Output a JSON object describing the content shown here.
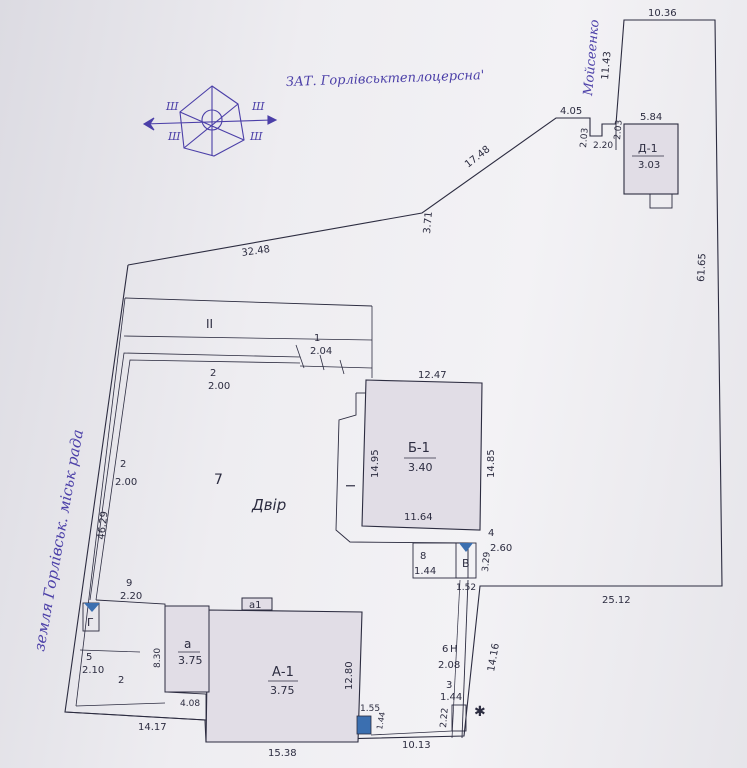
{
  "title": "ЗАТ. Горлівськтеплоцерсна'",
  "street_left": "земля Горлівськ. міськ рада",
  "street_top": "Мойсеенко",
  "compass": {
    "marks": [
      "Ш",
      "Ш",
      "Ш",
      "Ш"
    ]
  },
  "buildings": {
    "a1": {
      "name": "А-1",
      "value": "3.75"
    },
    "a_small": {
      "name": "а",
      "value": "3.75"
    },
    "a1_porch": "а1",
    "b1": {
      "name": "Б-1",
      "value": "3.40"
    },
    "d1": {
      "name": "Д-1",
      "value": "3.03"
    },
    "g": "Г",
    "v": "В",
    "n_label": "Н"
  },
  "yard": {
    "label": "Двір",
    "number": "7"
  },
  "zones": {
    "roman_II": "II",
    "roman_I": "I"
  },
  "fence_labels": {
    "f1": {
      "num": "1",
      "len": "2.04"
    },
    "f2_top": {
      "num": "2",
      "len": "2.00"
    },
    "f2_left": {
      "num": "2",
      "len": "2.00"
    },
    "f9": {
      "num": "9",
      "len": "2.20"
    },
    "f5": {
      "num": "5",
      "len": "2.10"
    },
    "f2_bottom": "2",
    "f8": {
      "num": "8",
      "len": "1.44"
    },
    "f4": {
      "num": "4",
      "len": "2.60"
    },
    "f6": {
      "num": "6",
      "len": "2.08"
    },
    "f3": {
      "num": "3",
      "len": "1.44"
    }
  },
  "dimensions": {
    "d1036": "10.36",
    "d1143": "11.43",
    "d405": "4.05",
    "d584": "5.84",
    "d203a": "2.03",
    "d220": "2.20",
    "d203b": "2.03",
    "d1748": "17.48",
    "d371": "3.71",
    "d3248": "32.48",
    "d6165": "61.65",
    "d1247": "12.47",
    "d1495": "14.95",
    "d1485": "14.85",
    "d1164": "11.64",
    "d4629": "46.29",
    "d830": "8.30",
    "d1280": "12.80",
    "d408": "4.08",
    "d1417": "14.17",
    "d1538": "15.38",
    "d155": "1.55",
    "d144": "1.44",
    "d1013": "10.13",
    "d222": "2.22",
    "d1416": "14.16",
    "d152": "1.52",
    "d329": "3.29",
    "d2512": "25.12",
    "d2": "2"
  },
  "colors": {
    "ink": "#2c2c40",
    "pen": "#4b3fa8",
    "fill": "#e1dde6",
    "marker": "#3b6fb0"
  }
}
